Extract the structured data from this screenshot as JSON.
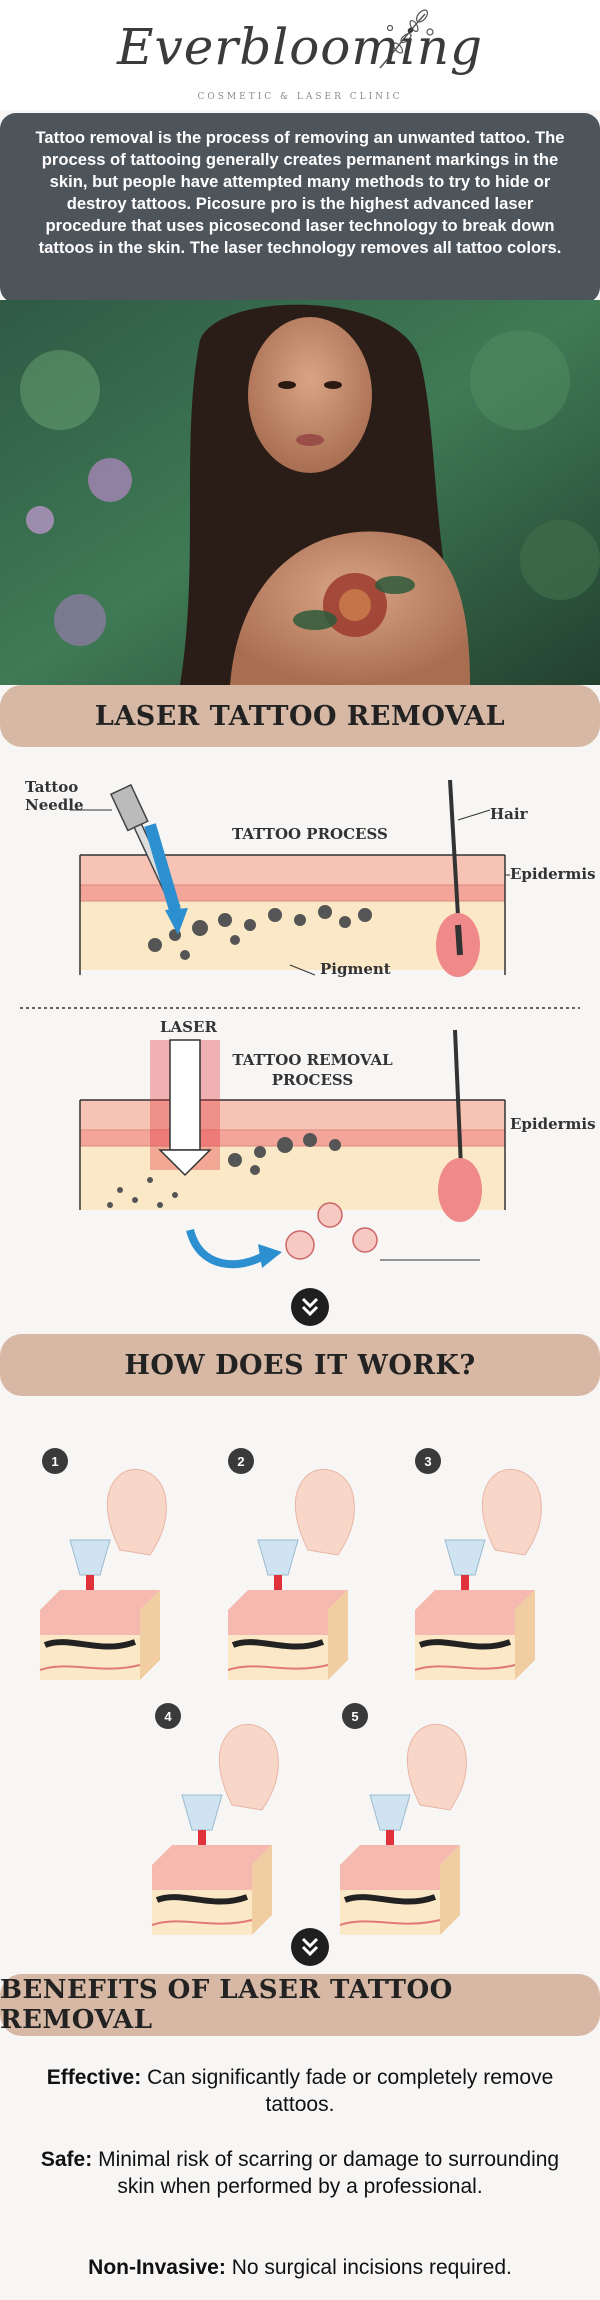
{
  "brand": {
    "name": "Everblooming",
    "tagline": "COSMETIC & LASER CLINIC"
  },
  "intro": {
    "text": "Tattoo removal is the process of removing an unwanted tattoo. The process of tattooing generally creates permanent markings in the skin, but people have attempted many methods to try to hide or destroy tattoos. Picosure pro is the highest advanced laser procedure that uses picosecond laser technology to break down tattoos in the skin. The laser technology removes all tattoo colors."
  },
  "sections": {
    "laser": "LASER TATTOO REMOVAL",
    "how": "HOW DOES IT WORK?",
    "benefits": "BENEFITS OF LASER TATTOO REMOVAL"
  },
  "diagram": {
    "tattoo_needle": "Tattoo Needle",
    "tattoo_process": "TATTOO PROCESS",
    "hair": "Hair",
    "epidermis_1": "Epidermis",
    "pigment": "Pigment",
    "laser": "LASER",
    "removal_process": "TATTOO REMOVAL PROCESS",
    "epidermis_2": "Epidermis"
  },
  "steps": [
    "1",
    "2",
    "3",
    "4",
    "5"
  ],
  "benefits": [
    {
      "label": "Effective:",
      "text": "Can significantly fade or completely remove tattoos."
    },
    {
      "label": "Safe:",
      "text": "Minimal risk of scarring or damage to surrounding skin when performed by a professional."
    },
    {
      "label": "Non-Invasive:",
      "text": "No surgical incisions required."
    }
  ],
  "colors": {
    "accent_bar": "#d6b8a4",
    "intro_bg": "#4d545a",
    "laser_red": "#e0323a",
    "skin_pink": "#f5b9b0"
  },
  "icons": [
    "chevron-down-double-icon",
    "leaf-sprig-icon"
  ]
}
